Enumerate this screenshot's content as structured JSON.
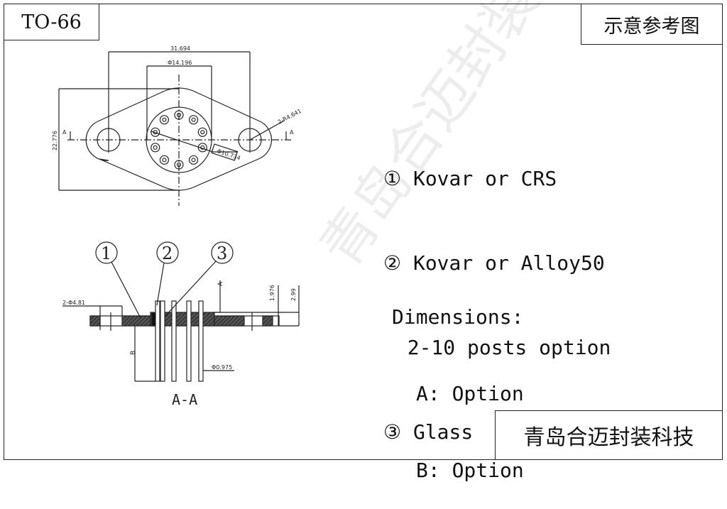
{
  "title": "TO-66",
  "note": "示意参考图",
  "company": "青岛合迈封装科技",
  "watermark": "青岛合迈封装科技",
  "legend": [
    {
      "marker": "①",
      "text": "Kovar or CRS"
    },
    {
      "marker": "②",
      "text": "Kovar or Alloy50"
    },
    {
      "marker": "",
      "text": "2-10 posts option"
    },
    {
      "marker": "③",
      "text": "Glass"
    }
  ],
  "dimensions": {
    "heading": "Dimensions:",
    "a": "A: Option",
    "b": "B: Option"
  },
  "drawing": {
    "dim_width": "31.694",
    "dim_body_dia": "Φ14.196",
    "dim_height": "22.776",
    "dim_radius": "2-R4.641",
    "dim_pcd": "Φ10.734",
    "dim_hole": "2-Φ4.81",
    "dim_t1": "1.976",
    "dim_t2": "2.99",
    "dim_pin": "Φ0.975",
    "label_a": "A",
    "label_b": "B",
    "section_label": "A-A",
    "balloons": [
      "1",
      "2",
      "3"
    ]
  }
}
